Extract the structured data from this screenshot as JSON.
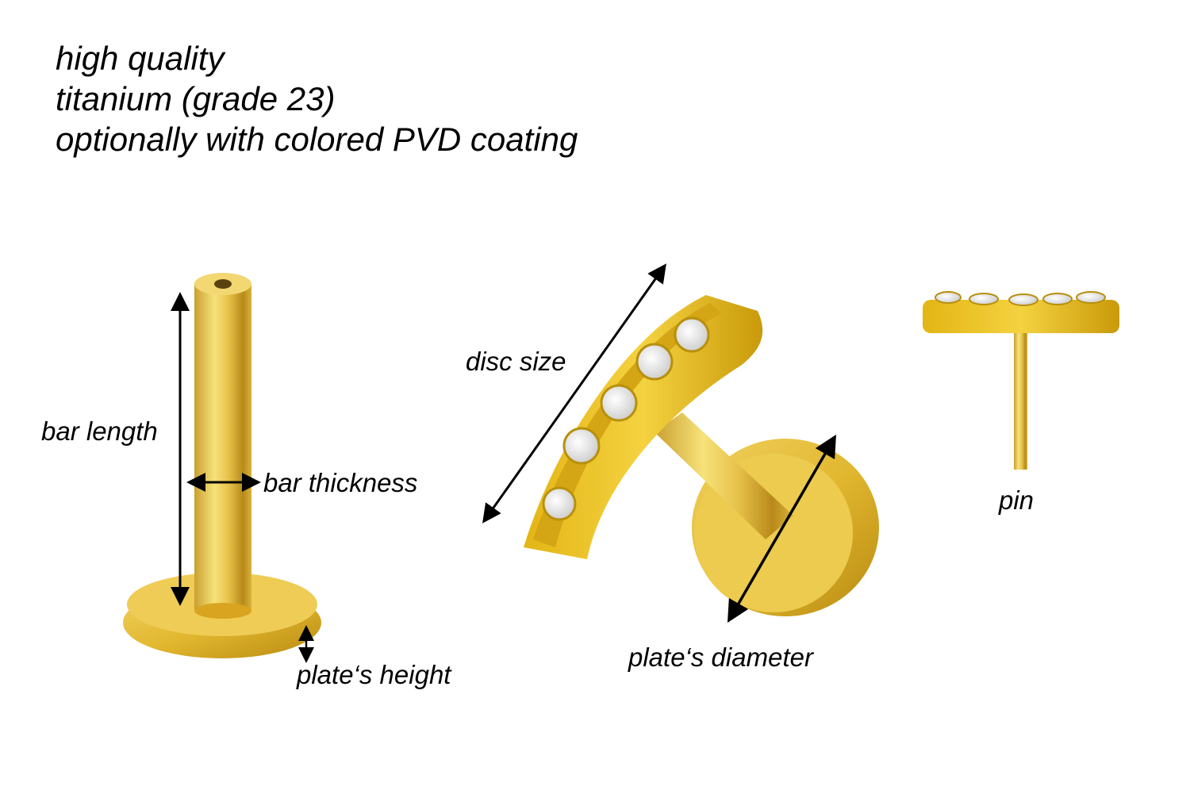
{
  "heading": {
    "lines": [
      "high quality",
      "titanium (grade 23)",
      "optionally with colored PVD coating"
    ]
  },
  "labels": {
    "bar_length": "bar length",
    "bar_thickness": "bar thickness",
    "plate_height": "plate‘s height",
    "disc_size": "disc size",
    "plate_diameter": "plate‘s diameter",
    "pin": "pin"
  },
  "colors": {
    "gold": "#e6b800",
    "gold_light": "#f5d84a",
    "gold_dark": "#b8860b",
    "arrow": "#000000",
    "gem": "#f2f2f2"
  }
}
